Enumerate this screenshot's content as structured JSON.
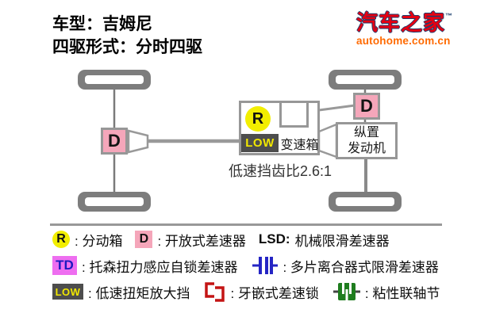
{
  "header": {
    "line1": "车型：吉姆尼",
    "line2": "四驱形式：分时四驱"
  },
  "logo": {
    "brand": "汽车之家",
    "trademark": "™",
    "domain": "autohome.com.cn"
  },
  "diagram": {
    "rear_differential": "D",
    "front_differential": "D",
    "transfer_case": "R",
    "low_range": "LOW",
    "gearbox": "变速箱",
    "engine_line1": "纵置",
    "engine_line2": "发动机",
    "low_gear_ratio_note": "低速挡齿比2.6:1"
  },
  "legend": {
    "row1": {
      "r_badge": "R",
      "r_text": ": 分动箱",
      "d_badge": "D",
      "d_text": ": 开放式差速器",
      "lsd_label": "LSD:",
      "lsd_text": "机械限滑差速器"
    },
    "row2": {
      "td_badge": "TD",
      "td_text": ": 托森扭力感应自锁差速器",
      "clutch_icon": "multi-plate-clutch-icon",
      "clutch_text": ": 多片离合器式限滑差速器"
    },
    "row3": {
      "low_badge": "LOW",
      "low_text": ": 低速扭矩放大挡",
      "dog_icon": "dog-clutch-lock-icon",
      "dog_text": ": 牙嵌式差速锁",
      "viscous_icon": "viscous-coupling-icon",
      "viscous_text": ": 粘性联轴节"
    }
  },
  "colors": {
    "differential_pink": "#f5a6ba",
    "transfer_yellow": "#f2ee00",
    "low_badge_bg": "#4d4d4d",
    "low_badge_text": "#f2e800",
    "td_badge_bg": "#ee6ef0",
    "td_badge_text": "#1a1abf",
    "clutch_icon_blue": "#2525c4",
    "dog_clutch_red": "#c41414",
    "viscous_green": "#1f7d1f",
    "brand_red": "#e50012",
    "brand_navy": "#1c3f6e",
    "domain_orange": "#ff6a00",
    "wheel_gray": "#7d7d7d",
    "line_gray": "#999999"
  }
}
